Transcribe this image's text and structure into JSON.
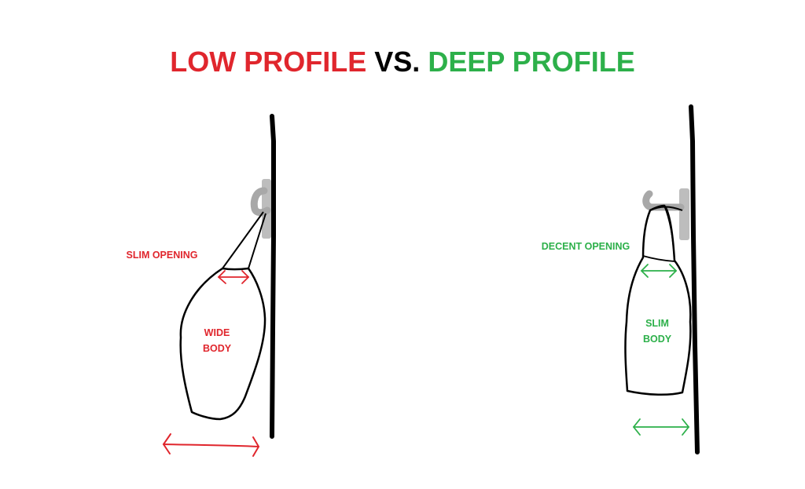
{
  "title": {
    "part1": "LOW PROFILE",
    "part2": "VS.",
    "part3": "DEEP PROFILE"
  },
  "colors": {
    "low_profile": "#e0262d",
    "deep_profile": "#2db04a",
    "ink": "#000000",
    "hook": "#b8b8b8"
  },
  "left_diagram": {
    "opening_label": "SLIM OPENING",
    "body_label_line1": "WIDE",
    "body_label_line2": "BODY"
  },
  "right_diagram": {
    "opening_label": "DECENT OPENING",
    "body_label_line1": "SLIM",
    "body_label_line2": "BODY"
  }
}
